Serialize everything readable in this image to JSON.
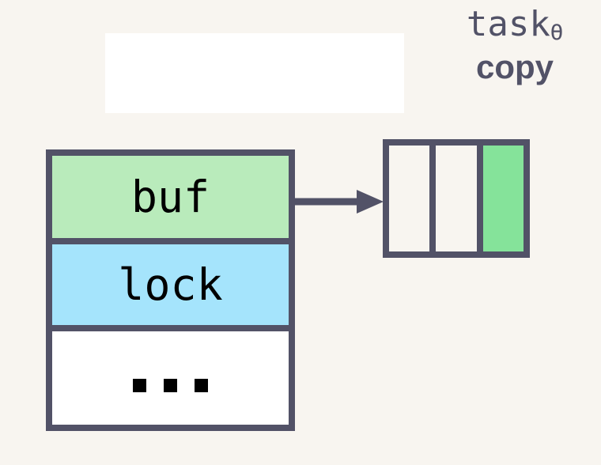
{
  "diagram": {
    "title_label": "task",
    "title_subscript": "Ө",
    "subtitle_label": "copy",
    "colors": {
      "background": "#f8f5f0",
      "stroke": "#525267",
      "buf_fill": "#b9ebbb",
      "lock_fill": "#a5e4fc",
      "other_fill": "#ffffff",
      "array_filled_fill": "#85e39a",
      "array_empty_fill": "#f8f5f0",
      "text": "#000000"
    },
    "struct": {
      "rows": [
        {
          "label": "buf",
          "fill": "#b9ebbb"
        },
        {
          "label": "lock",
          "fill": "#a5e4fc"
        },
        {
          "label": "...",
          "fill": "#ffffff"
        }
      ]
    },
    "buffer_array": {
      "cells": [
        {
          "state": "empty"
        },
        {
          "state": "empty"
        },
        {
          "state": "filled"
        }
      ]
    },
    "arrow": {
      "from": "buf",
      "to": "buffer-array",
      "direction": "right"
    }
  }
}
